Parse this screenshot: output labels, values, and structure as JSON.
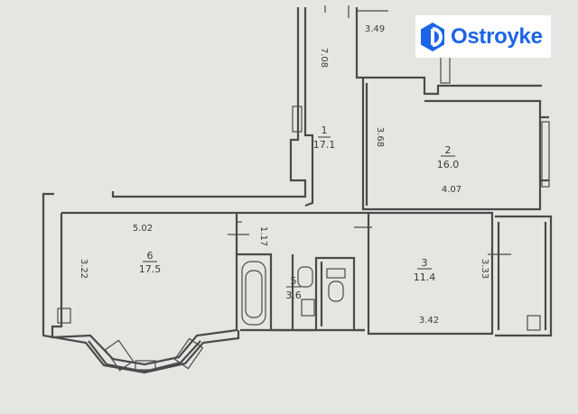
{
  "brand": {
    "name": "Ostroyke",
    "color": "#1b64e8",
    "icon": "ostroyke-logo-icon"
  },
  "plan": {
    "wall_color": "#4a4a4a",
    "paper_color": "#e4e6e2",
    "rooms": [
      {
        "id": "room-1",
        "number": "1",
        "area": "17.1"
      },
      {
        "id": "room-2",
        "number": "2",
        "area": "16.0"
      },
      {
        "id": "room-3",
        "number": "3",
        "area": "11.4"
      },
      {
        "id": "room-5",
        "number": "5",
        "area": "3.6"
      },
      {
        "id": "room-6",
        "number": "6",
        "area": "17.5"
      }
    ],
    "dimensions": [
      {
        "id": "dim-top",
        "text": "3.49"
      },
      {
        "id": "dim-corridor-length",
        "text": "7.08"
      },
      {
        "id": "dim-room2-left",
        "text": "3.68"
      },
      {
        "id": "dim-room2-bottom",
        "text": "4.07"
      },
      {
        "id": "dim-room6-top",
        "text": "5.02"
      },
      {
        "id": "dim-room6-left",
        "text": "3.22"
      },
      {
        "id": "dim-hall-narrow",
        "text": "1.17"
      },
      {
        "id": "dim-room3-right",
        "text": "3.33"
      },
      {
        "id": "dim-room3-bottom",
        "text": "3.42"
      }
    ]
  }
}
